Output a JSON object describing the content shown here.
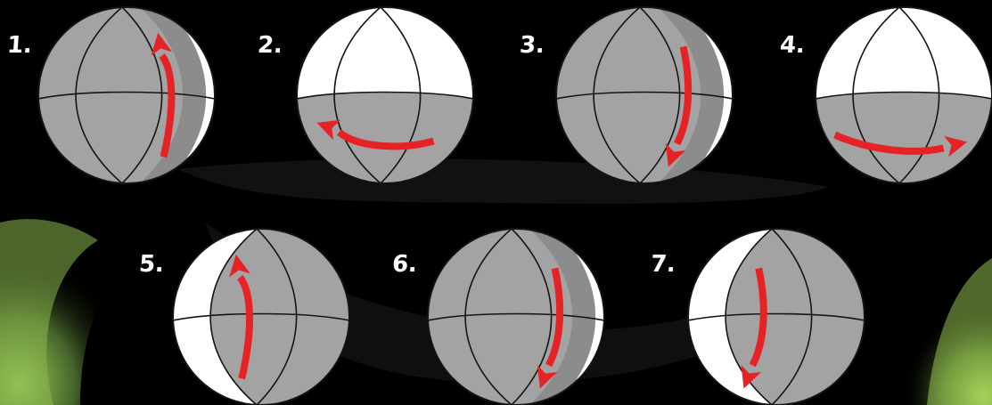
{
  "colors": {
    "background": "#000000",
    "sphere_dark": "#a3a3a3",
    "sphere_light": "#ffffff",
    "outline": "#141414",
    "arrow": "#e52327",
    "label": "#ffffff",
    "swirl_green": "#9fd25a"
  },
  "steps": [
    {
      "label": "1.",
      "highlight": "right",
      "arrow": "up"
    },
    {
      "label": "2.",
      "highlight": "top",
      "arrow": "left"
    },
    {
      "label": "3.",
      "highlight": "right",
      "arrow": "down"
    },
    {
      "label": "4.",
      "highlight": "top",
      "arrow": "right"
    },
    {
      "label": "5.",
      "highlight": "left",
      "arrow": "up"
    },
    {
      "label": "6.",
      "highlight": "right",
      "arrow": "down"
    },
    {
      "label": "7.",
      "highlight": "left",
      "arrow": "down"
    }
  ]
}
